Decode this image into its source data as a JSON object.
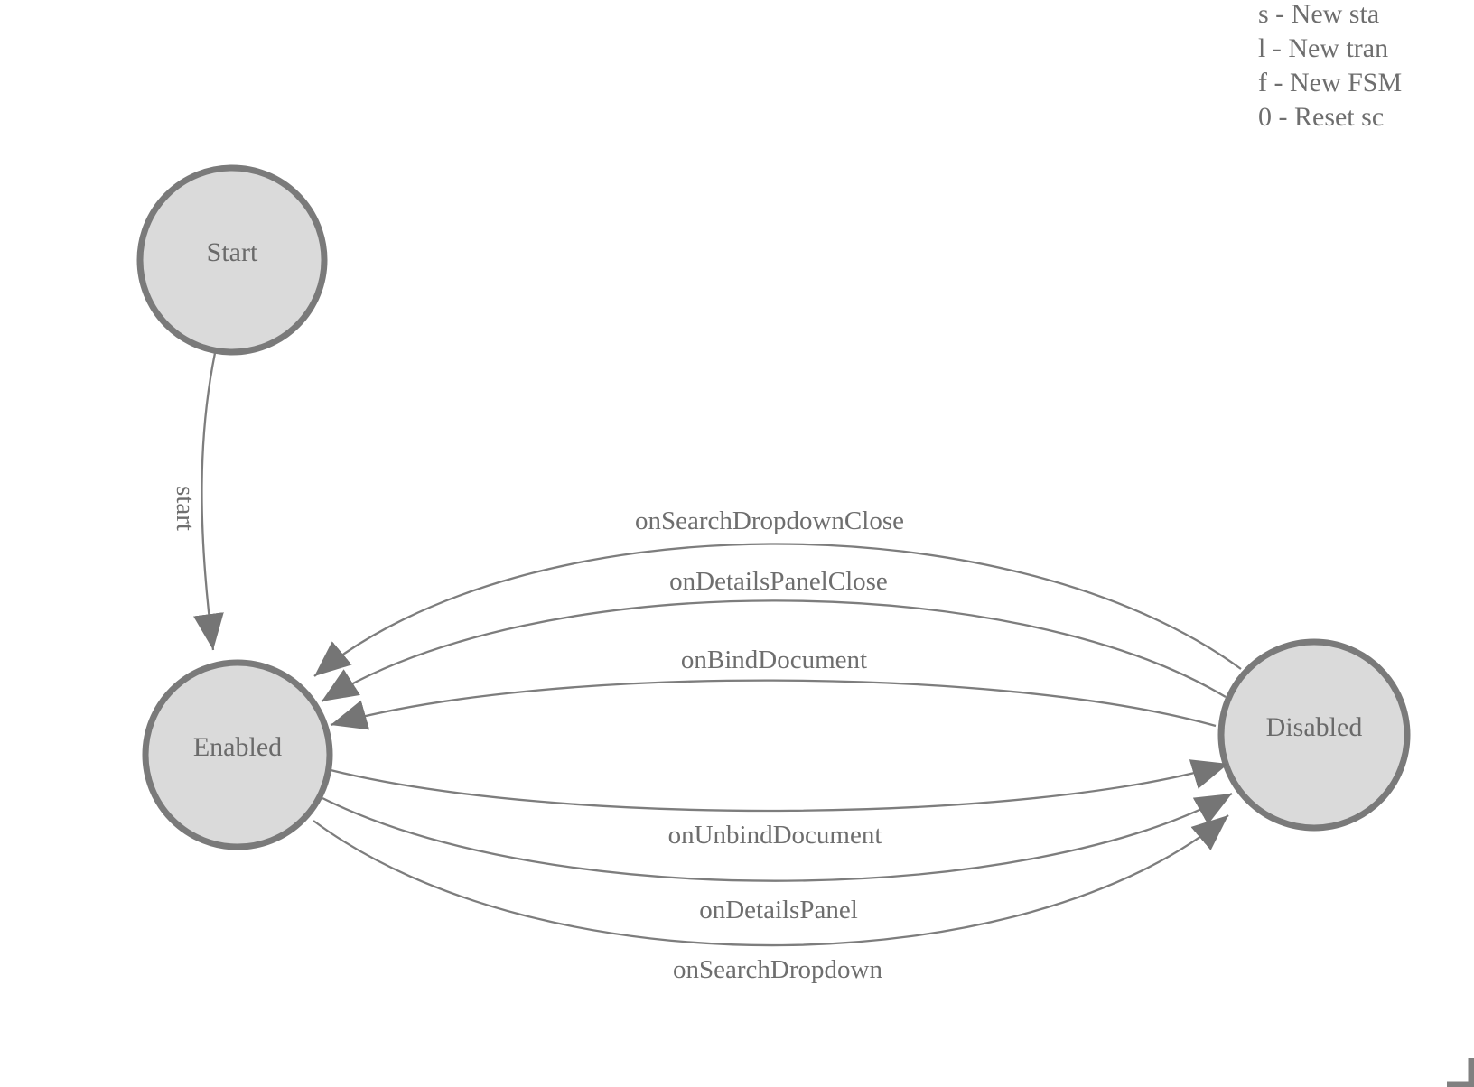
{
  "diagram": {
    "nodes": [
      {
        "id": "start",
        "label": "Start"
      },
      {
        "id": "enabled",
        "label": "Enabled"
      },
      {
        "id": "disabled",
        "label": "Disabled"
      }
    ],
    "edges": [
      {
        "from": "Start",
        "to": "Enabled",
        "label": "start"
      },
      {
        "from": "Disabled",
        "to": "Enabled",
        "label": "onSearchDropdownClose"
      },
      {
        "from": "Disabled",
        "to": "Enabled",
        "label": "onDetailsPanelClose"
      },
      {
        "from": "Disabled",
        "to": "Enabled",
        "label": "onBindDocument"
      },
      {
        "from": "Enabled",
        "to": "Disabled",
        "label": "onUnbindDocument"
      },
      {
        "from": "Enabled",
        "to": "Disabled",
        "label": "onDetailsPanel"
      },
      {
        "from": "Enabled",
        "to": "Disabled",
        "label": "onSearchDropdown"
      }
    ]
  },
  "legend": {
    "lines": [
      "s - New sta",
      "l - New tran",
      "f - New FSM",
      "0 - Reset sc"
    ]
  },
  "colors": {
    "node_fill": "#dadada",
    "node_stroke": "#7a7a7a",
    "edge_stroke": "#7d7d7d",
    "arrow_fill": "#757575",
    "label_text": "#6e6e6e"
  }
}
